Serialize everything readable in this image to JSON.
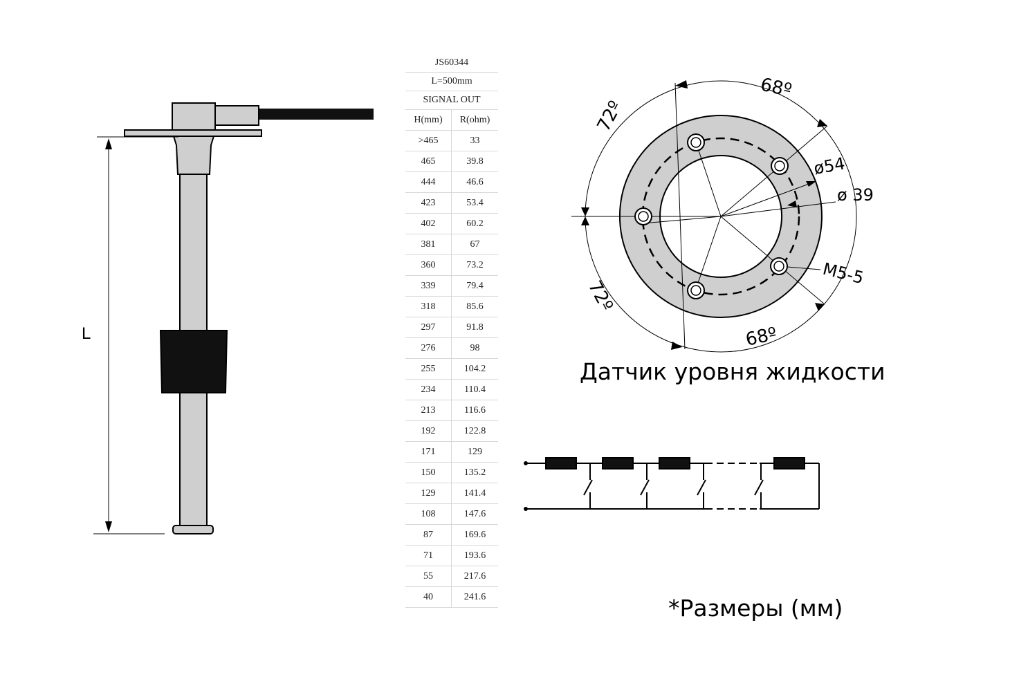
{
  "table": {
    "model": "JS60344",
    "length": "L=500mm",
    "signal": "SIGNAL OUT",
    "col_h": "H(mm)",
    "col_r": "R(ohm)",
    "rows": [
      [
        ">465",
        "33"
      ],
      [
        "465",
        "39.8"
      ],
      [
        "444",
        "46.6"
      ],
      [
        "423",
        "53.4"
      ],
      [
        "402",
        "60.2"
      ],
      [
        "381",
        "67"
      ],
      [
        "360",
        "73.2"
      ],
      [
        "339",
        "79.4"
      ],
      [
        "318",
        "85.6"
      ],
      [
        "297",
        "91.8"
      ],
      [
        "276",
        "98"
      ],
      [
        "255",
        "104.2"
      ],
      [
        "234",
        "110.4"
      ],
      [
        "213",
        "116.6"
      ],
      [
        "192",
        "122.8"
      ],
      [
        "171",
        "129"
      ],
      [
        "150",
        "135.2"
      ],
      [
        "129",
        "141.4"
      ],
      [
        "108",
        "147.6"
      ],
      [
        "87",
        "169.6"
      ],
      [
        "71",
        "193.6"
      ],
      [
        "55",
        "217.6"
      ],
      [
        "40",
        "241.6"
      ]
    ]
  },
  "sensor": {
    "dim_label": "L"
  },
  "flange": {
    "angle_top": "68º",
    "angle_top_left": "72º",
    "angle_bottom_left": "72º",
    "angle_bottom": "68º",
    "dia_outer": "ø54",
    "dia_inner": "ø 39",
    "thread": "M5-5"
  },
  "caption": "Датчик уровня жидкости",
  "note": "*Размеры (мм)",
  "colors": {
    "gray_fill": "#cfcfcf",
    "float_black": "#111111",
    "line": "#000000"
  }
}
